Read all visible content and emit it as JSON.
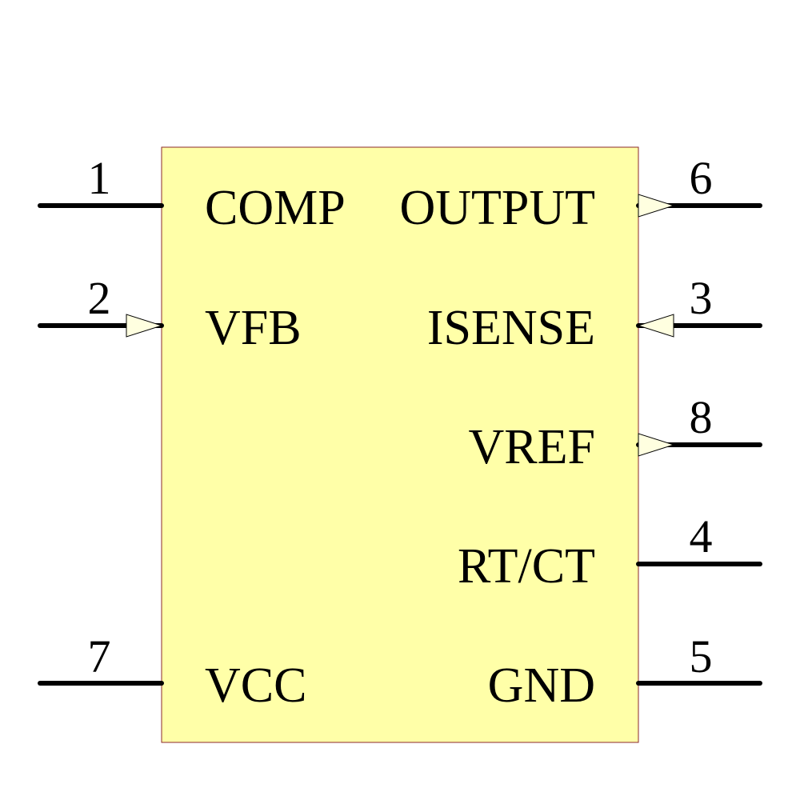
{
  "component": {
    "body_color": "#FFFFA8",
    "outline_color": "#8B2A2A",
    "pin_color": "#000000",
    "arrow_fill": "#FFFFE0"
  },
  "pins": [
    {
      "id": "pin-1",
      "number": "1",
      "label": "COMP",
      "side": "left",
      "direction": "none"
    },
    {
      "id": "pin-2",
      "number": "2",
      "label": "VFB",
      "side": "left",
      "direction": "input"
    },
    {
      "id": "pin-7",
      "number": "7",
      "label": "VCC",
      "side": "left",
      "direction": "none"
    },
    {
      "id": "pin-6",
      "number": "6",
      "label": "OUTPUT",
      "side": "right",
      "direction": "output"
    },
    {
      "id": "pin-3",
      "number": "3",
      "label": "ISENSE",
      "side": "right",
      "direction": "input"
    },
    {
      "id": "pin-8",
      "number": "8",
      "label": "VREF",
      "side": "right",
      "direction": "output"
    },
    {
      "id": "pin-4",
      "number": "4",
      "label": "RT/CT",
      "side": "right",
      "direction": "none"
    },
    {
      "id": "pin-5",
      "number": "5",
      "label": "GND",
      "side": "right",
      "direction": "none"
    }
  ]
}
